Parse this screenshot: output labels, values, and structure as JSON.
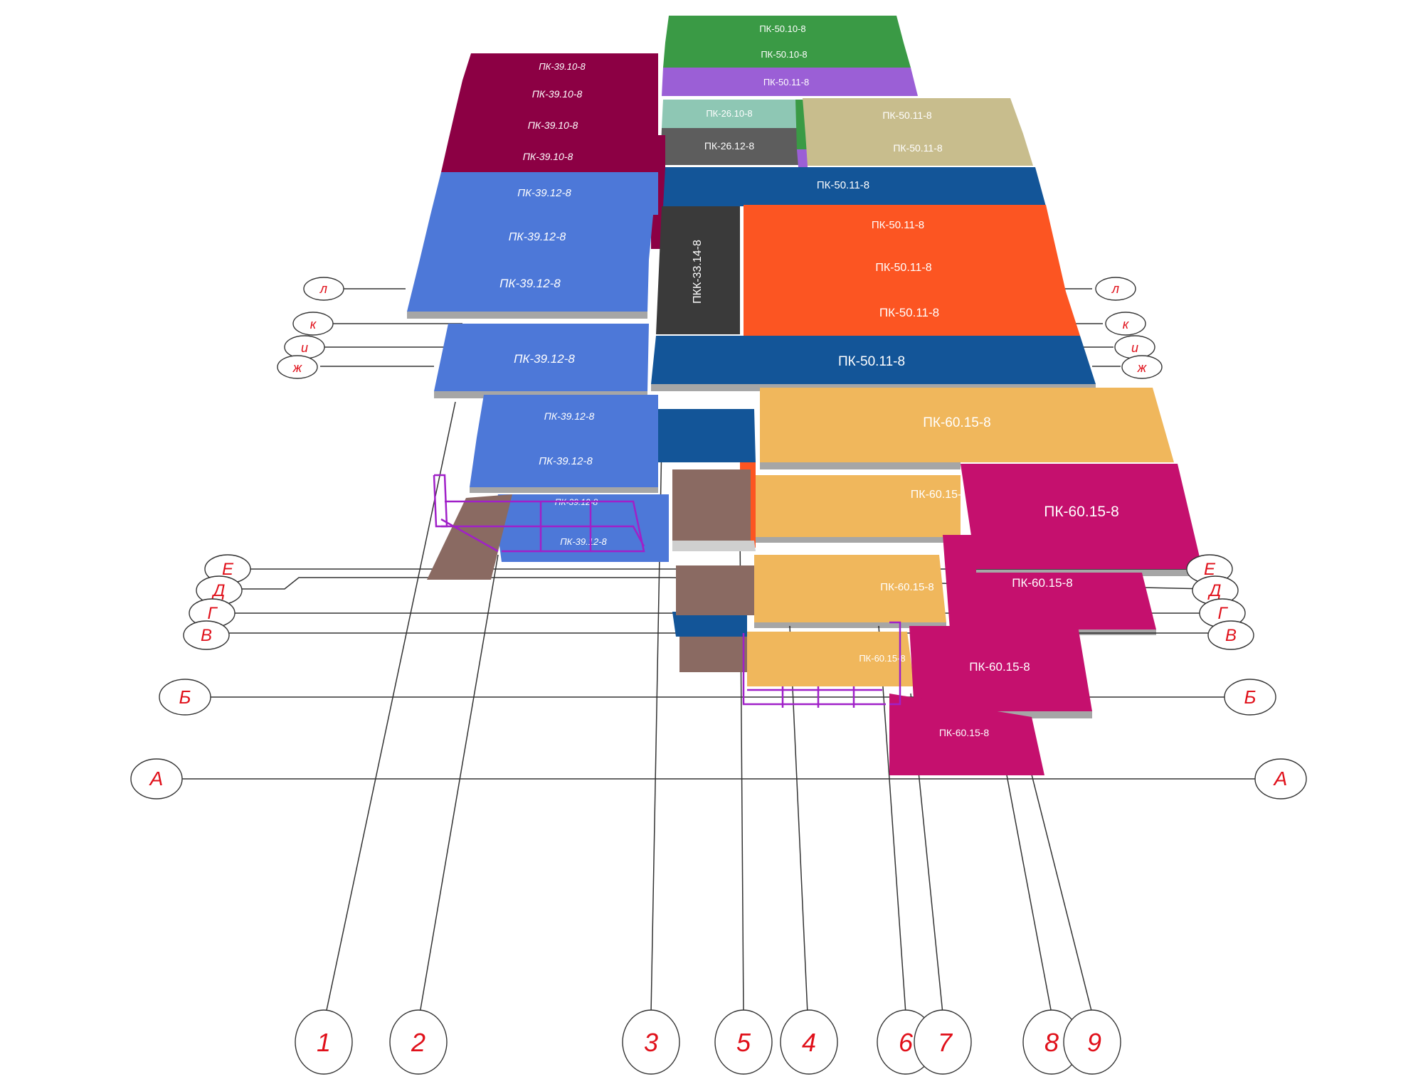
{
  "drawing": {
    "slabs": {
      "s01": {
        "label": "ПК-50.10-8",
        "color": "#3a9a45"
      },
      "s02": {
        "label": "ПК-50.10-8",
        "color": "#3a9a45"
      },
      "s03": {
        "label": "ПК-50.11-8",
        "color": "#9b5fd6"
      },
      "s04": {
        "label": "ПК-26.10-8",
        "color": "#8ec7b4"
      },
      "s05": {
        "label": "ПК-26.12-8",
        "color": "#5d5d5d"
      },
      "s06": {
        "label": "ПК-50.11-8",
        "color": "#c8bd8d"
      },
      "s07": {
        "label": "ПК-50.11-8",
        "color": "#c8bd8d"
      },
      "s08": {
        "label": "ПК-39.10-8",
        "color": "#8c0044"
      },
      "s09": {
        "label": "ПК-39.10-8",
        "color": "#8c0044"
      },
      "s10": {
        "label": "ПК-39.10-8",
        "color": "#8c0044"
      },
      "s11": {
        "label": "ПК-39.10-8",
        "color": "#8c0044"
      },
      "s12": {
        "label": "ПК-50.11-8",
        "color": "#135598"
      },
      "s13": {
        "label": "ПК-39.12-8",
        "color": "#4d78d8"
      },
      "s14": {
        "label": "ПК-39.12-8",
        "color": "#4d78d8"
      },
      "s15": {
        "label": "ПК-39.12-8",
        "color": "#4d78d8"
      },
      "s16": {
        "label": "ПКК-33.14-8",
        "color": "#3a3a3a"
      },
      "s17": {
        "label": "ПК-50.11-8",
        "color": "#fc5522"
      },
      "s18": {
        "label": "ПК-50.11-8",
        "color": "#fc5522"
      },
      "s19": {
        "label": "ПК-50.11-8",
        "color": "#fc5522"
      },
      "s20": {
        "label": "ПК-39.12-8",
        "color": "#4d78d8"
      },
      "s21": {
        "label": "ПК-50.11-8",
        "color": "#135598"
      },
      "s22": {
        "label": "ПК-39.12-8",
        "color": "#4d78d8"
      },
      "s23": {
        "label": "ПК-39.12-8",
        "color": "#4d78d8"
      },
      "s24": {
        "label": "ПК-39.12-8",
        "color": "#4d78d8"
      },
      "s25": {
        "label": "ПК-39.12-8",
        "color": "#4d78d8"
      },
      "s26": {
        "label": "ПК-60.15-8",
        "color": "#f0b75c"
      },
      "s27": {
        "label": "ПК-60.15-8",
        "color": "#f0b75c"
      },
      "s28": {
        "label": "ПК-60.15-8",
        "color": "#f0b75c"
      },
      "s29": {
        "label": "ПК-60.15-8",
        "color": "#f0b75c"
      },
      "s30": {
        "label": "ПК-60.15-8",
        "color": "#c5106e"
      },
      "s31": {
        "label": "ПК-60.15-8",
        "color": "#c5106e"
      },
      "s32": {
        "label": "ПК-60.15-8",
        "color": "#c5106e"
      },
      "s33": {
        "label": "ПК-60.15-8",
        "color": "#c5106e"
      }
    },
    "row_axes": {
      "L": "л",
      "K": "к",
      "I": "и",
      "Zh": "ж",
      "E": "Е",
      "D": "Д",
      "G": "Г",
      "V": "В",
      "B": "Б",
      "A": "А"
    },
    "column_axes": {
      "c1": "1",
      "c2": "2",
      "c3": "3",
      "c5": "5",
      "c4": "4",
      "c6": "6",
      "c7": "7",
      "c8": "8",
      "c9": "9"
    },
    "stair_railing_color": "#a020c8",
    "stair_step_color": "#8a6a62"
  }
}
